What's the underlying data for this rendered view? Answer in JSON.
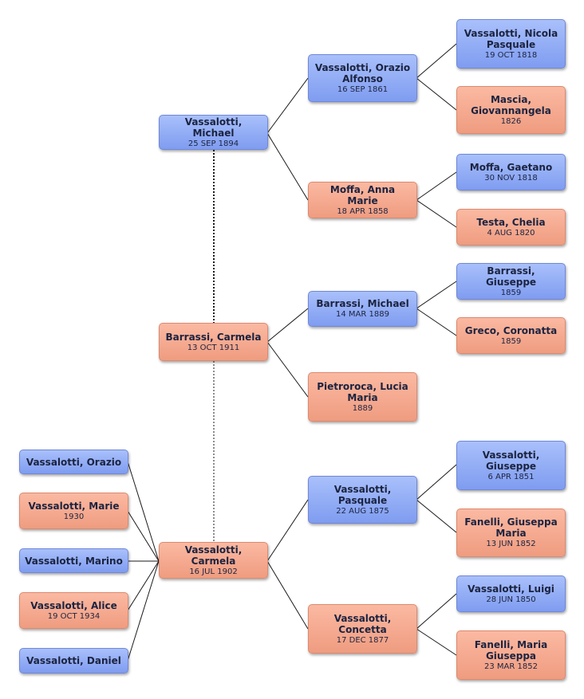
{
  "people": {
    "michael": {
      "name": "Vassalotti, Michael",
      "date": "25 SEP 1894"
    },
    "carmela_barrassi": {
      "name": "Barrassi, Carmela",
      "date": "13 OCT 1911"
    },
    "carmela_vassalotti": {
      "name": "Vassalotti, Carmela",
      "date": "16 JUL 1902"
    },
    "orazio_alfonso": {
      "name": "Vassalotti, Orazio Alfonso",
      "date": "16 SEP 1861"
    },
    "anna_marie": {
      "name": "Moffa, Anna Marie",
      "date": "18 APR 1858"
    },
    "michael_barrassi": {
      "name": "Barrassi, Michael",
      "date": "14 MAR 1889"
    },
    "lucia_maria": {
      "name": "Pietroroca, Lucia Maria",
      "date": "1889"
    },
    "pasquale": {
      "name": "Vassalotti, Pasquale",
      "date": "22 AUG 1875"
    },
    "concetta": {
      "name": "Vassalotti, Concetta",
      "date": "17 DEC 1877"
    },
    "nicola": {
      "name": "Vassalotti, Nicola Pasquale",
      "date": "19 OCT 1818"
    },
    "giovannangela": {
      "name": "Mascia, Giovannangela",
      "date": "1826"
    },
    "gaetano": {
      "name": "Moffa, Gaetano",
      "date": "30 NOV 1818"
    },
    "chelia": {
      "name": "Testa, Chelia",
      "date": "4 AUG 1820"
    },
    "giuseppe_barrassi": {
      "name": "Barrassi, Giuseppe",
      "date": "1859"
    },
    "coronatta": {
      "name": "Greco, Coronatta",
      "date": "1859"
    },
    "giuseppe_vassalotti": {
      "name": "Vassalotti, Giuseppe",
      "date": "6 APR 1851"
    },
    "giuseppa_maria": {
      "name": "Fanelli, Giuseppa Maria",
      "date": "13 JUN 1852"
    },
    "luigi": {
      "name": "Vassalotti, Luigi",
      "date": "28 JUN 1850"
    },
    "maria_giuseppa": {
      "name": "Fanelli, Maria Giuseppa",
      "date": "23 MAR 1852"
    },
    "orazio": {
      "name": "Vassalotti, Orazio",
      "date": ""
    },
    "marie": {
      "name": "Vassalotti, Marie",
      "date": "1930"
    },
    "marino": {
      "name": "Vassalotti, Marino",
      "date": ""
    },
    "alice": {
      "name": "Vassalotti, Alice",
      "date": "19 OCT 1934"
    },
    "daniel": {
      "name": "Vassalotti, Daniel",
      "date": ""
    }
  },
  "colors": {
    "male": "#8ea8f5",
    "female": "#f4a68b",
    "line": "#1a1a1a"
  }
}
